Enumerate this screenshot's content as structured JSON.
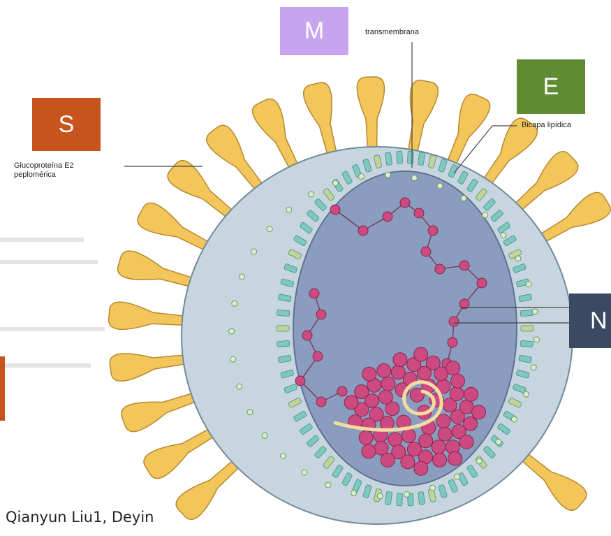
{
  "labels": {
    "m_box": "M",
    "e_box": "E",
    "s_box": "S",
    "n_box": "N",
    "transmembrane": "transmembrana",
    "lipid_bilayer": "Bicapa lipídica",
    "glycoprotein": "Glucoproteína E2\npeplomérica"
  },
  "credit": "Qianyun Liu1, Deyin",
  "colors": {
    "m_box": "#c8a3ee",
    "e_box": "#5f8c33",
    "s_box": "#c6541c",
    "n_box": "#3b4a63",
    "spike": "#f2c65a",
    "spike_edge": "#b7892d",
    "envelope": "#c7d6de",
    "core": "#8a9dbf",
    "protein_m": "#7ec8c2",
    "protein_e": "#c2d596",
    "nucleocapsid": "#cc4a7f",
    "rna": "#f4dca0"
  }
}
